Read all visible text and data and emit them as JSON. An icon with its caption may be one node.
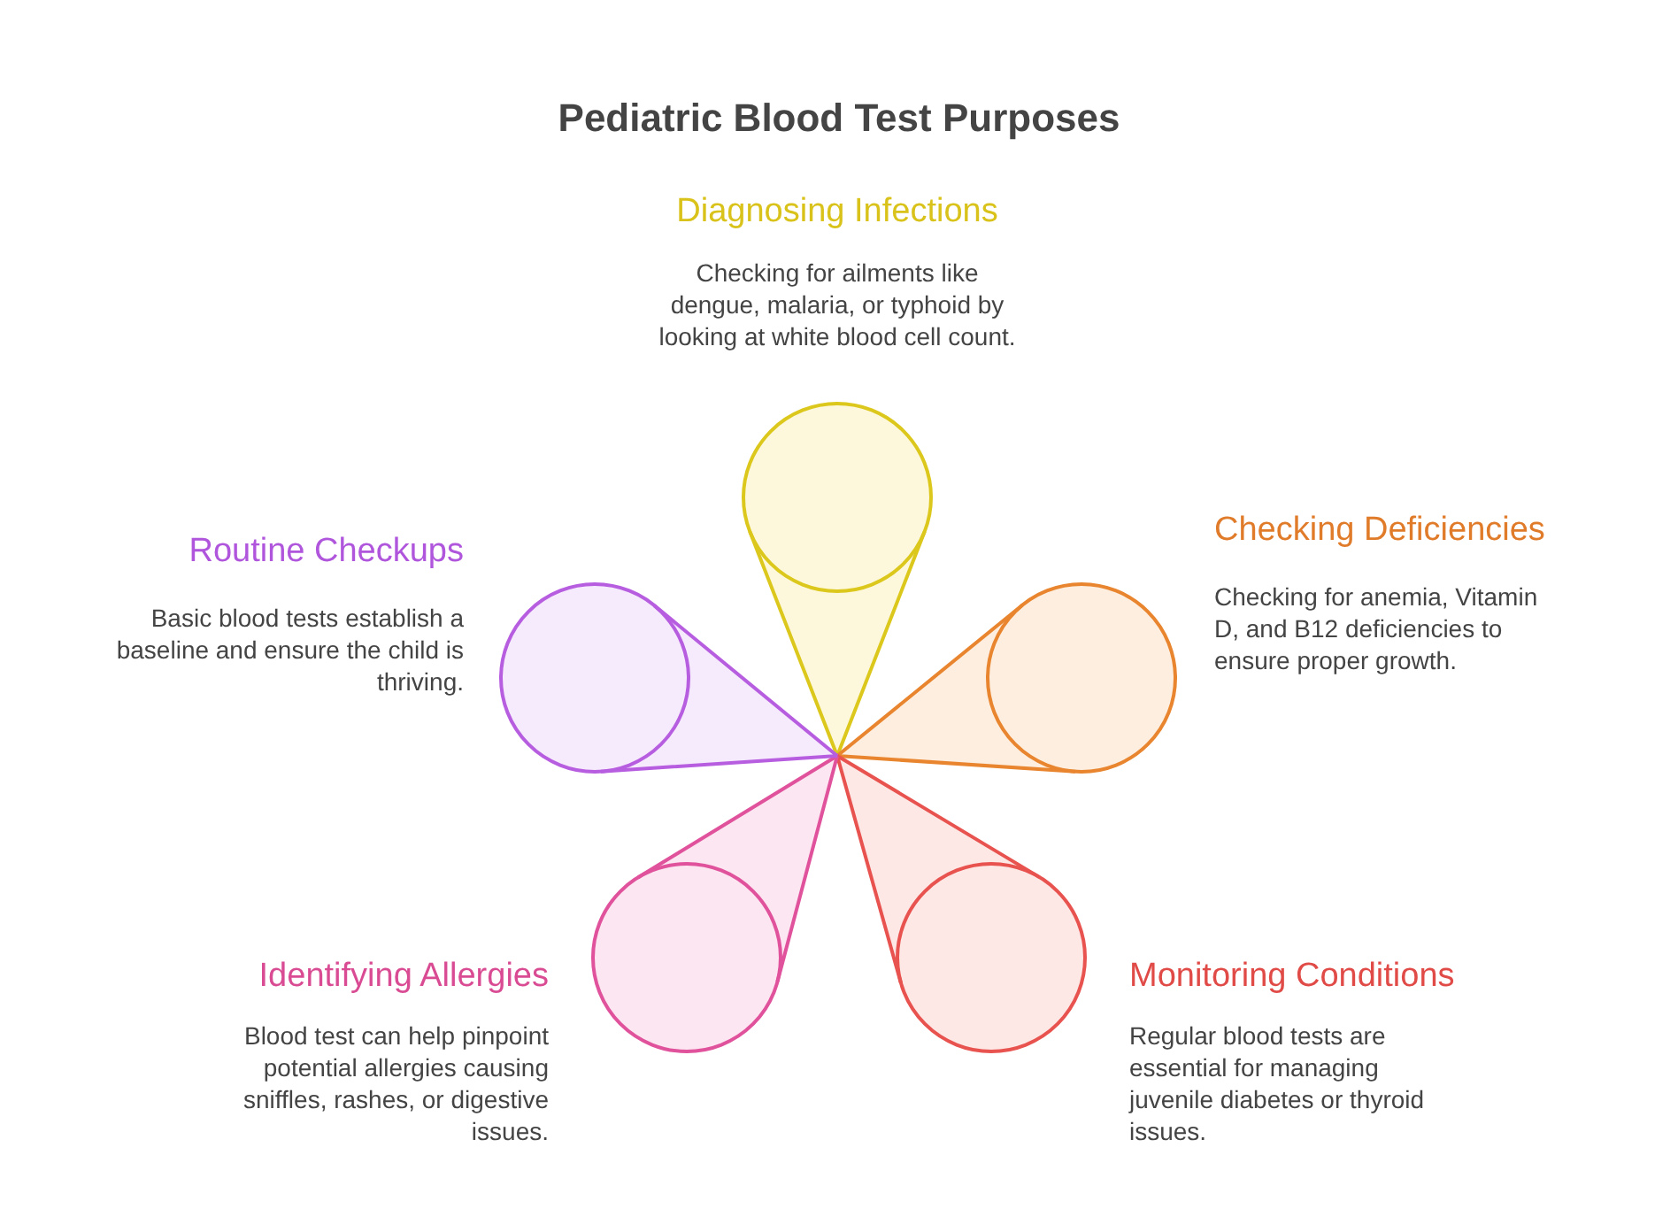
{
  "diagram": {
    "title": "Pediatric Blood Test Purposes",
    "nodes": [
      {
        "text": [],
        "shape": "circle",
        "beside": [
          "Diagnosing Infections",
          "Checking for ailments like dengue, malaria, or typhoid by looking at white blood cell count."
        ]
      },
      {
        "text": [],
        "shape": "circle",
        "beside": [
          "Checking Deficiencies",
          "Checking for anemia, Vitamin D, and B12 deficiencies to ensure proper growth."
        ]
      },
      {
        "text": [],
        "shape": "circle",
        "beside": [
          "Monitoring Conditions",
          "Regular blood tests are essential for managing juvenile diabetes or thyroid issues."
        ]
      },
      {
        "text": [],
        "shape": "circle",
        "beside": [
          "Identifying Allergies",
          "Blood test can help pinpoint potential allergies causing sniffles, rashes, or digestive issues."
        ]
      },
      {
        "text": [],
        "shape": "circle",
        "beside": [
          "Routine Checkups",
          "Basic blood tests establish a baseline and ensure the child is thriving."
        ]
      }
    ],
    "edges": []
  }
}
